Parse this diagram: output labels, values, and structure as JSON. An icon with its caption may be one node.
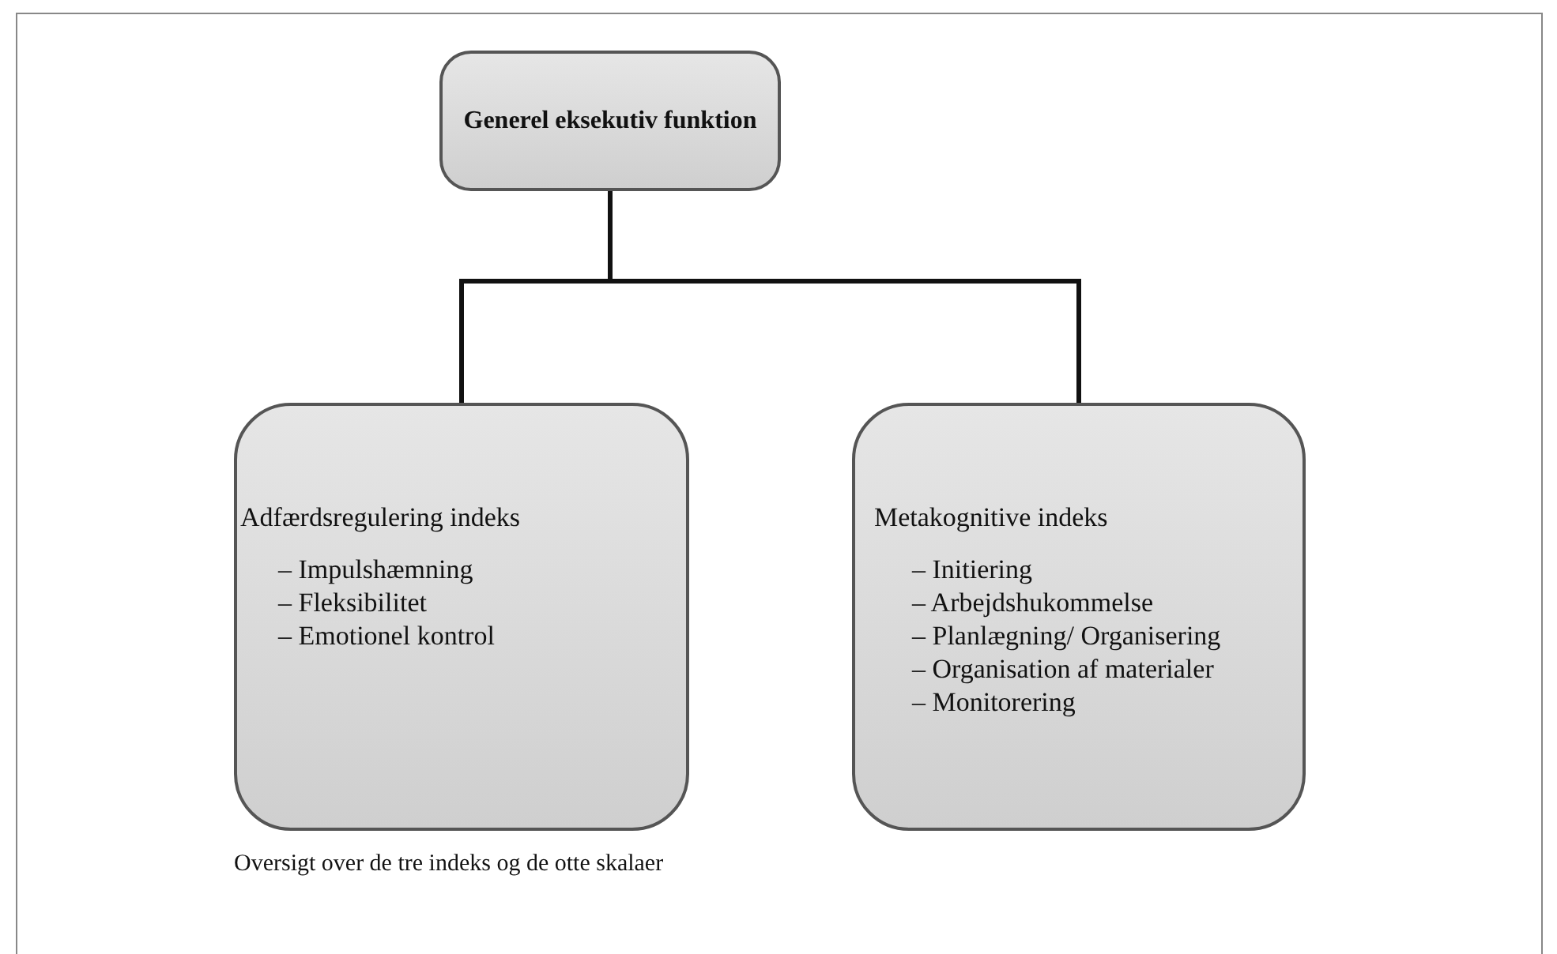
{
  "diagram": {
    "caption": "Oversigt over de tre indeks og de otte skalaer",
    "nodes": [
      {
        "text": [
          "Generel eksekutiv funktion"
        ]
      },
      {
        "text": [
          "Adfærdsregulering indeks",
          "– Impulshæmning",
          "– Fleksibilitet",
          "– Emotionel kontrol"
        ]
      },
      {
        "text": [
          "Metakognitive indeks",
          "– Initiering",
          "– Arbejdshukommelse",
          "– Planlægning/ Organisering",
          "– Organisation af materialer",
          "– Monitorering"
        ]
      }
    ],
    "edges": [
      {
        "from": 0,
        "to": 1,
        "arrow": "none"
      },
      {
        "from": 0,
        "to": 2,
        "arrow": "none"
      }
    ]
  }
}
